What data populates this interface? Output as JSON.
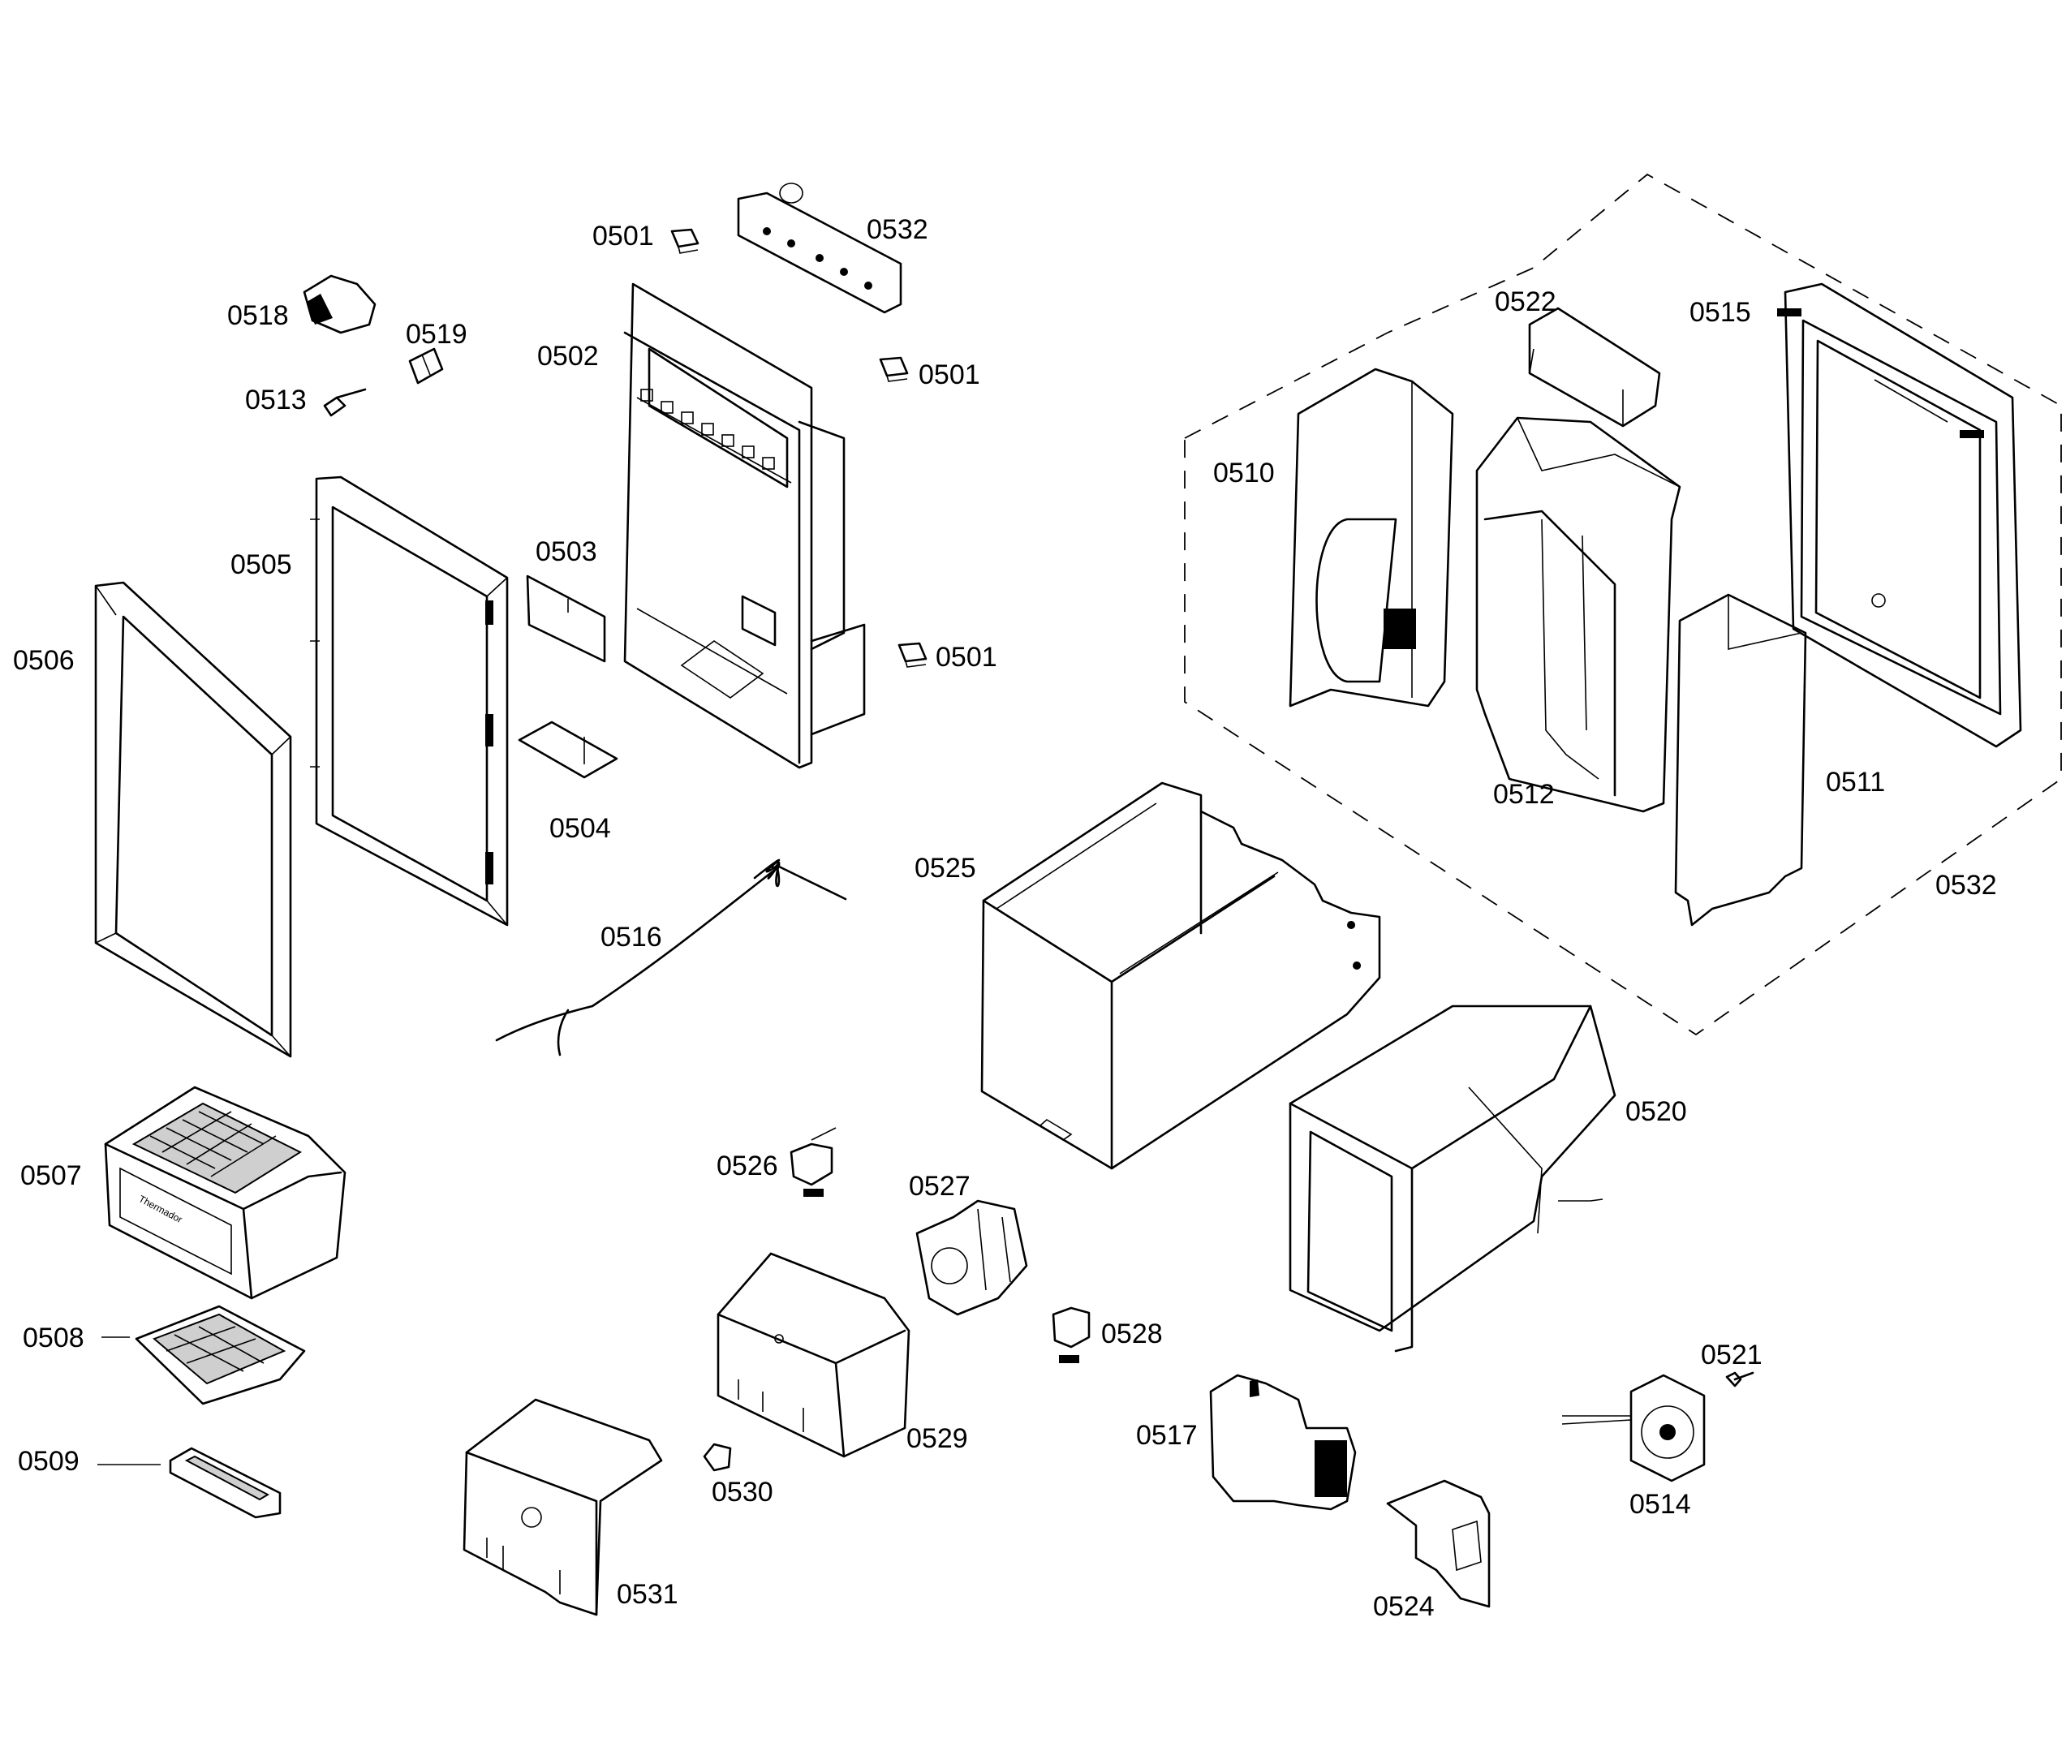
{
  "diagram": {
    "callouts": [
      "0501",
      "0532",
      "0501",
      "0501",
      "0518",
      "0519",
      "0513",
      "0502",
      "0505",
      "0503",
      "0506",
      "0504",
      "0522",
      "0515",
      "0510",
      "0512",
      "0511",
      "0532",
      "0525",
      "0516",
      "0520",
      "0507",
      "0526",
      "0527",
      "0528",
      "0508",
      "0529",
      "0521",
      "0517",
      "0509",
      "0530",
      "0514",
      "0531",
      "0524"
    ],
    "product_logo_text": "Thermador"
  }
}
